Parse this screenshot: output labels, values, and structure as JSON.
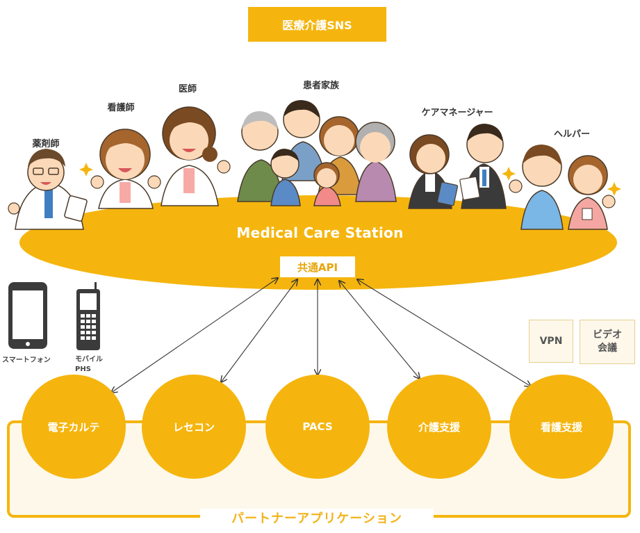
{
  "title": "医療介護SNS",
  "roles": {
    "pharmacist": "薬剤師",
    "nurse": "看護師",
    "doctor": "医師",
    "family": "患者家族",
    "care_manager": "ケアマネージャー",
    "helper": "ヘルパー"
  },
  "station": {
    "name": "Medical Care Station",
    "api_label": "共通API"
  },
  "devices": {
    "smartphone": "スマートフォン",
    "mobile_phs_line1": "モバイル",
    "mobile_phs_line2": "PHS"
  },
  "options": {
    "vpn": "VPN",
    "video_line1": "ビデオ",
    "video_line2": "会議"
  },
  "apps": [
    "電子カルテ",
    "レセコン",
    "PACS",
    "介護支援",
    "看護支援"
  ],
  "partner_label": "パートナーアプリケーション",
  "colors": {
    "accent": "#f5b50e",
    "panel": "#fdf8ea",
    "text": "#333333"
  }
}
